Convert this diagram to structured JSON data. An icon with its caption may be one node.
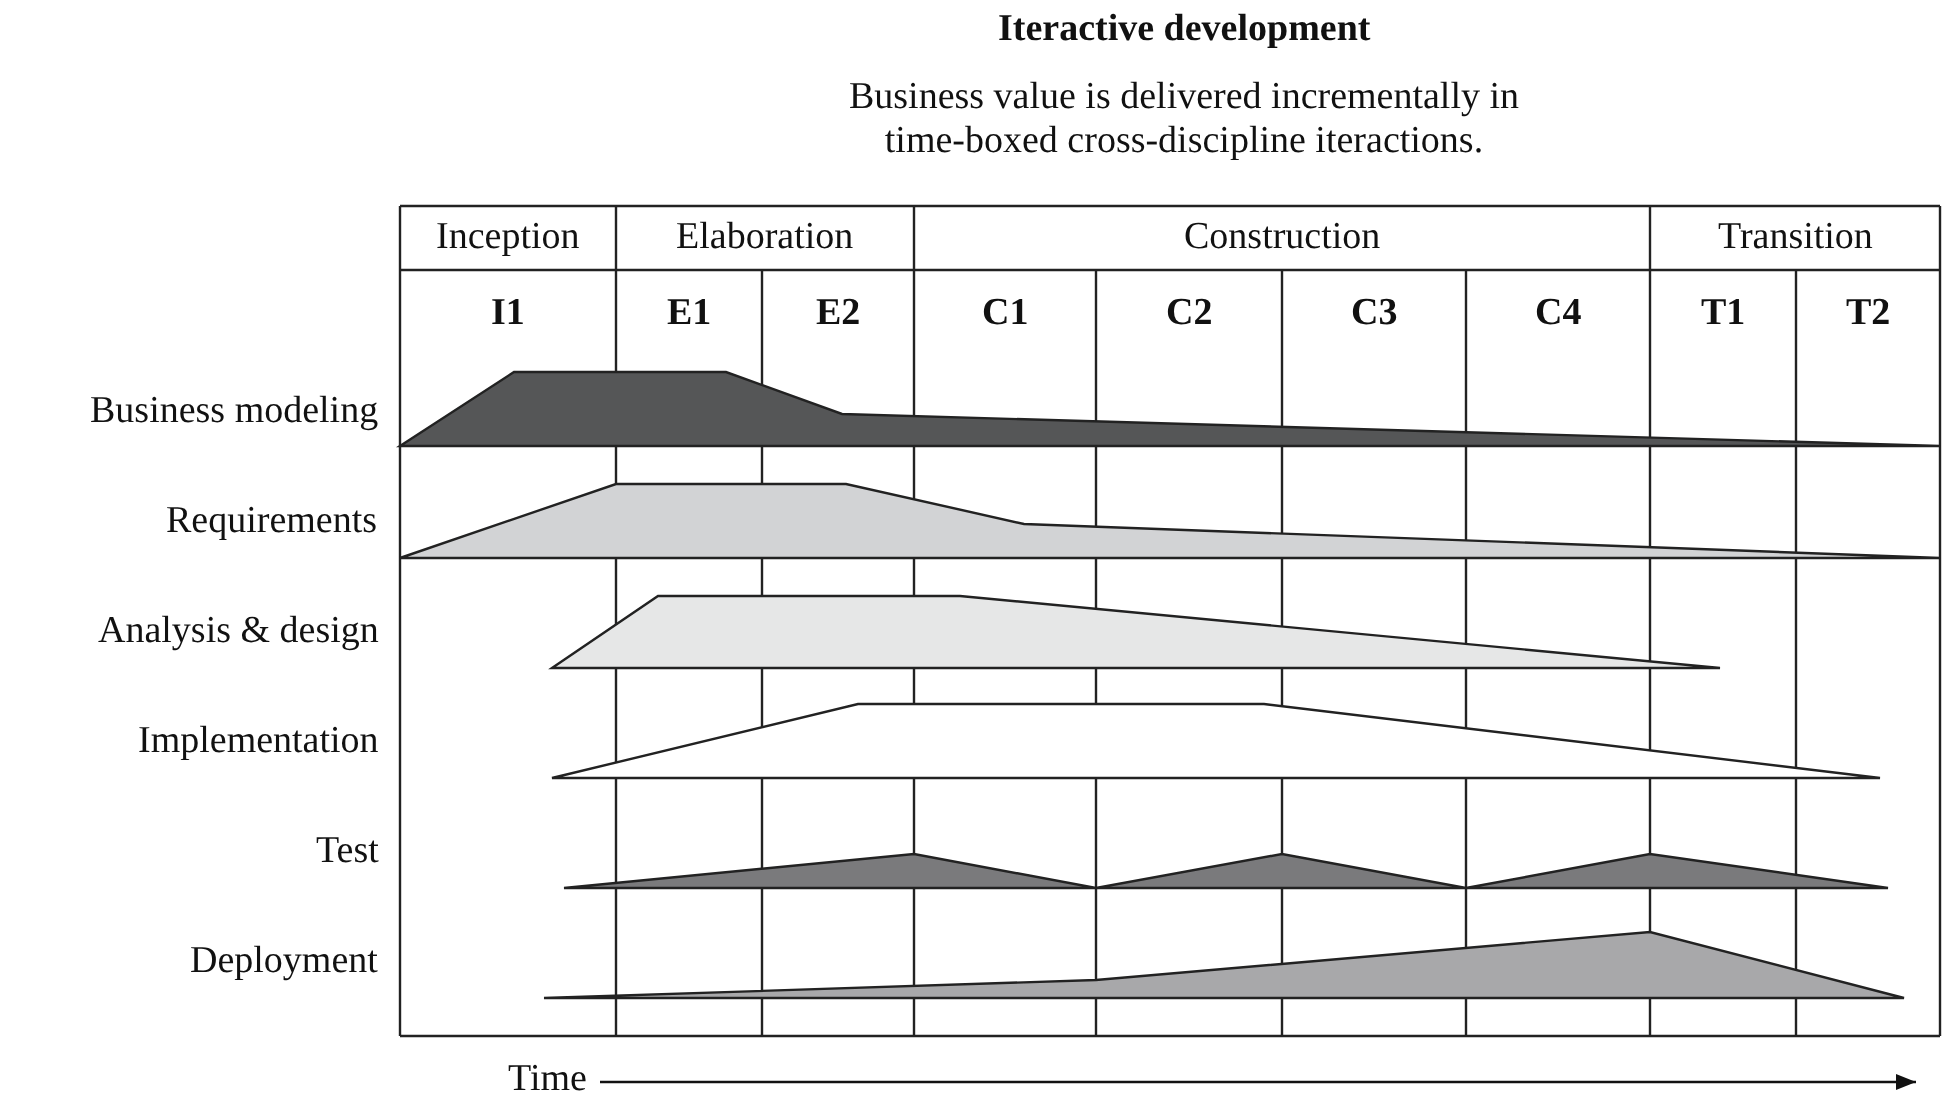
{
  "diagram": {
    "title": "Iteractive development",
    "labels": [
      "Business value is delivered incrementally in time-boxed cross-discipline iteractions.",
      "Inception",
      "Elaboration",
      "Construction",
      "Transition",
      "I1",
      "E1",
      "E2",
      "C1",
      "C2",
      "C3",
      "C4",
      "T1",
      "T2",
      "Business modeling",
      "Requirements",
      "Analysis & design",
      "Implementation",
      "Test",
      "Deployment",
      "Time"
    ]
  }
}
